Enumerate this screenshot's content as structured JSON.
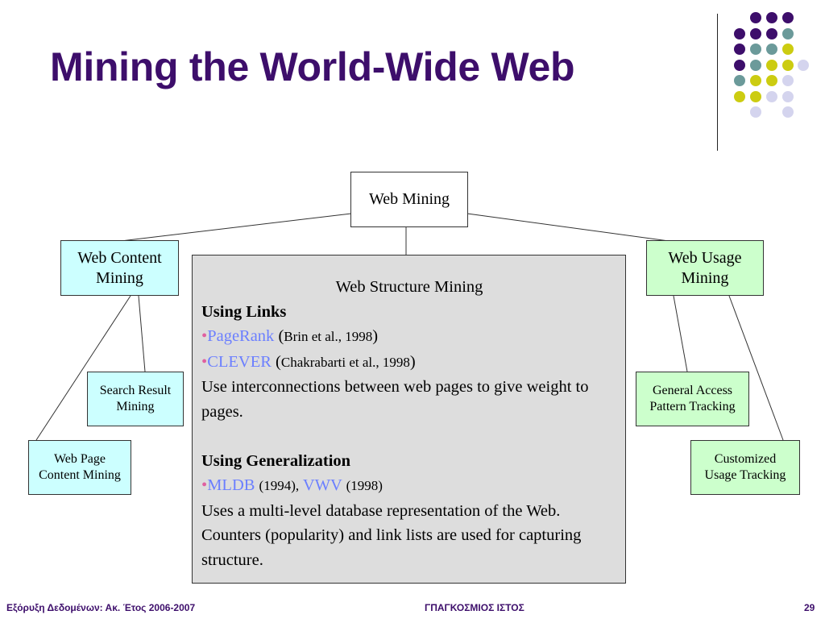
{
  "slide": {
    "title": "Mining the World-Wide Web",
    "page_number": "29"
  },
  "footer": {
    "left": "Εξόρυξη Δεδομένων: Ακ. Έτος 2006-2007",
    "center": "ΓΠΑΓΚΟΣΜΙΟΣ ΙΣΤΟΣ"
  },
  "diagram": {
    "root": "Web Mining",
    "content_mining": {
      "line1": "Web Content",
      "line2": "Mining"
    },
    "usage_mining": {
      "line1": "Web Usage",
      "line2": "Mining"
    },
    "search_result": {
      "line1": "Search Result",
      "line2": "Mining"
    },
    "web_page_content": {
      "line1": "Web Page",
      "line2": "Content Mining"
    },
    "general_access": {
      "line1": "General Access",
      "line2": "Pattern Tracking"
    },
    "customized_usage": {
      "line1": "Customized",
      "line2": "Usage Tracking"
    },
    "structure": {
      "heading": "Web Structure Mining",
      "links_heading": "Using Links",
      "pagerank": "PageRank",
      "pagerank_ref": "Brin et al., 1998",
      "clever": "CLEVER",
      "clever_ref": "Chakrabarti et al., 1998",
      "links_text": "Use interconnections between web pages to give weight to pages.",
      "generalization_heading": "Using Generalization",
      "mldb": "MLDB",
      "mldb_year": "(1994),",
      "vwv": "VWV",
      "vwv_year": "(1998)",
      "generalization_text": "Uses a multi-level database representation of the Web. Counters (popularity) and link lists are used for capturing structure."
    }
  },
  "colors": {
    "title": "#3d0e6b",
    "content_fill": "#ccffff",
    "usage_fill": "#ccffcc",
    "structure_fill": "#dddddd",
    "link_blue": "#6b7fff",
    "bullet_pink": "#e060a0",
    "dot_purple": "#3d0e6b",
    "dot_teal": "#6b9a9a",
    "dot_yellow": "#cccc11",
    "dot_lavender": "#d4d4ee"
  }
}
